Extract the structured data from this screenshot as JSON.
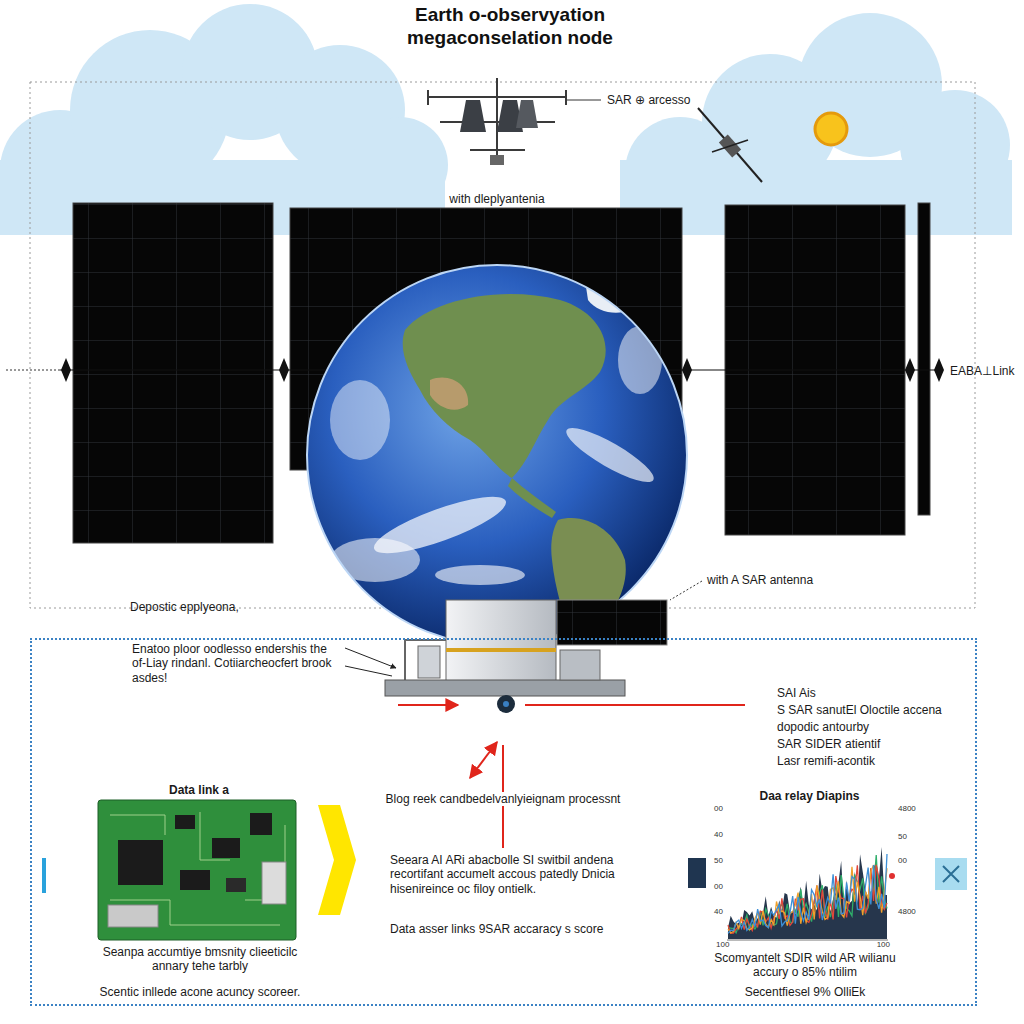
{
  "diagram": {
    "title": "Earth o-observyation megaconselation node",
    "nodes": [
      {
        "text": [
          "Enatoo ploor oodlesso endershis the of-Liay rindanl. Cotiiarcheocfert brook asdes!"
        ]
      },
      {
        "text": [
          "Data link a"
        ],
        "in": 0
      },
      {
        "text": [
          "Daa relay Diapins"
        ],
        "in": 0
      }
    ],
    "labels": [
      "SAR ⊕ arcesso",
      "with dleplyantenia",
      "EABA⊥Link",
      "with A SAR antenna",
      "Depostic epplyeona,",
      "SAI Ais",
      "S SAR sanutEl Oloctile accena",
      "dopodic antourby",
      "SAR SIDER atientif",
      "Lasr remifi-acontik",
      "Blog reek candbedelvanlyieignam processnt",
      "Seeara AI ARi abacbolle SI switbil andena recortifant accumelt accous patedly Dnicia hisenireince oc filoy ontielk.",
      "Data asser links 9SAR accaracy s score",
      "Seanpa accumtiye bmsnity clieeticilc annary tehe tarbly",
      "Scentic inllede acone acuncy scoreer.",
      "Scomyantelt SDIR wild AR wilianu accury o 85% ntilim",
      "Secentfiesel 9% OlliEk",
      "00",
      "40",
      "50",
      "00",
      "40",
      "4800",
      "50",
      "00",
      "4800",
      "100",
      "100"
    ]
  }
}
